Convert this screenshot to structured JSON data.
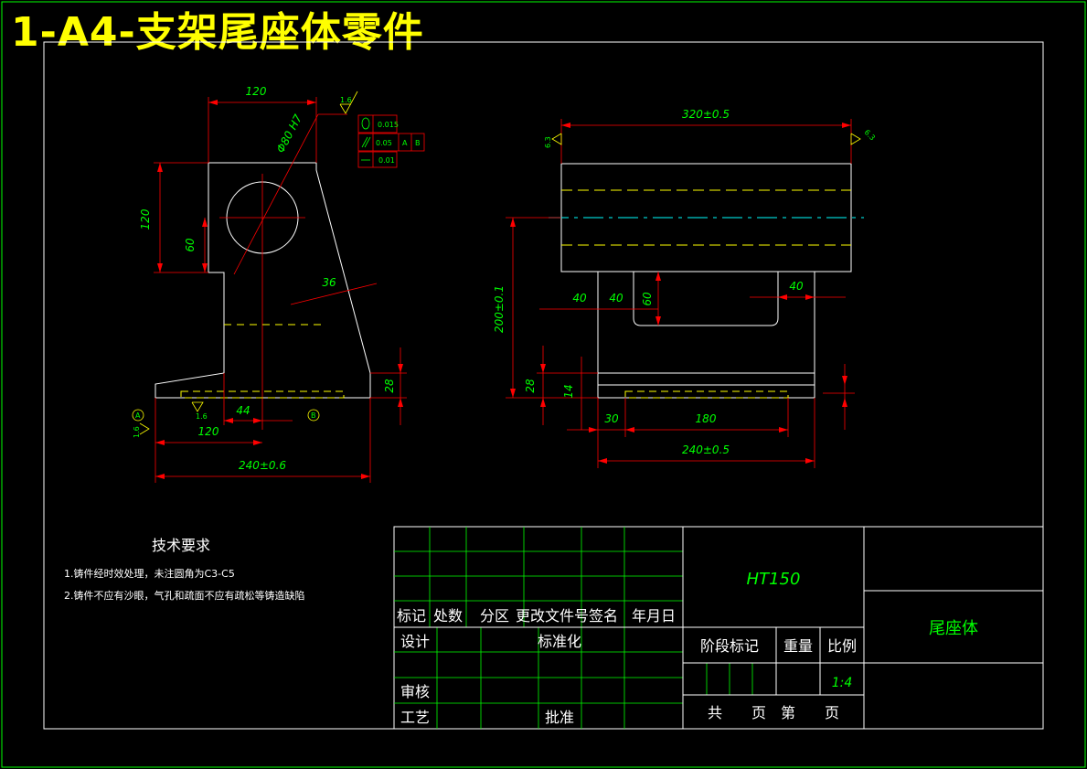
{
  "title": "1-A4-支架尾座体零件",
  "colors": {
    "background": "#000000",
    "outline": "#ffffff",
    "dimension": "#ff0000",
    "dimension_text": "#00ff00",
    "hidden_line": "#ffff00",
    "center_line": "#00ffff",
    "title_text": "#ffff00",
    "border": "#00ff00"
  },
  "side_view": {
    "dims": {
      "top_width": "120",
      "height_left": "120",
      "center_height": "60",
      "bore_dia": "Φ80 H7",
      "rib": "36",
      "foot_height": "28",
      "offset": "44",
      "half_base": "120",
      "base": "240±0.6"
    },
    "roughness": {
      "top": "1.6",
      "base_a": "1.6",
      "left": "1.6"
    },
    "datums": {
      "a": "A",
      "b": "B"
    },
    "tolerance_frame": {
      "r1_value": "0.015",
      "r2_value": "0.05",
      "r2_ref_a": "A",
      "r2_ref_b": "B",
      "r3_value": "0.01"
    }
  },
  "front_view": {
    "dims": {
      "length": "320±0.5",
      "center_height": "200±0.1",
      "left_a": "40",
      "left_b": "40",
      "slot_depth": "60",
      "right": "40",
      "foot_height": "28",
      "foot_step": "14",
      "foot_offset": "30",
      "slot_width": "180",
      "base": "240±0.5"
    },
    "roughness": {
      "left": "6.3",
      "right": "6.3"
    }
  },
  "notes": {
    "heading": "技术要求",
    "items": [
      "1.铸件经时效处理，未注圆角为C3-C5",
      "2.铸件不应有沙眼，气孔和疏面不应有疏松等铸造缺陷"
    ]
  },
  "title_block": {
    "rev_headers": [
      "标记",
      "处数",
      "分区",
      "更改文件号",
      "签名",
      "年月日"
    ],
    "design": "设计",
    "standard": "标准化",
    "check": "审核",
    "process": "工艺",
    "approve": "批准",
    "material": "HT150",
    "stage_mark": "阶段标记",
    "weight": "重量",
    "scale_label": "比例",
    "scale_value": "1:4",
    "sheet": "共　　页　第　　页",
    "part_name": "尾座体"
  }
}
